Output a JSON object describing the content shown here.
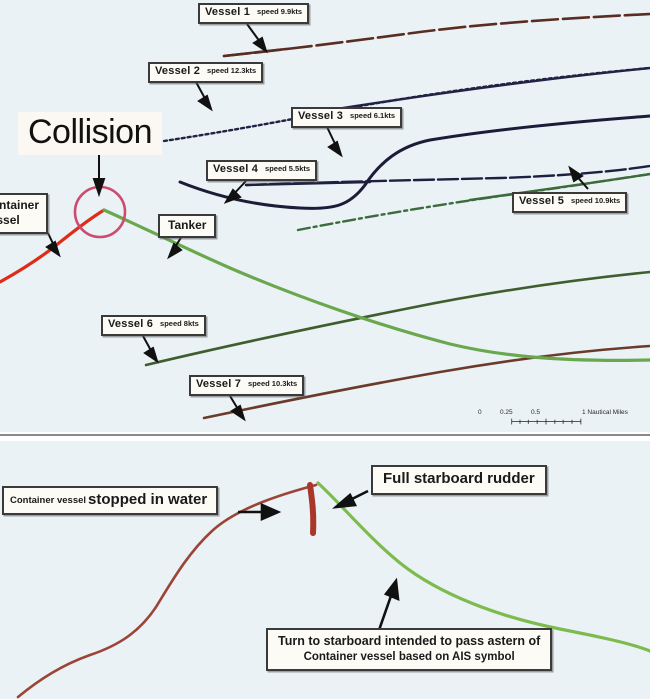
{
  "figure": {
    "top_panel": {
      "background_color": "#eaf2f6",
      "collision_marker": {
        "label": "Collision",
        "circle_color": "#cc4b6e"
      },
      "labels": {
        "container_vessel": "Container\nvessel",
        "tanker": "Tanker"
      },
      "vessels": [
        {
          "id": "vessel-1",
          "name": "Vessel 1",
          "speed": "speed 9.9kts",
          "track_color": "#5a2d22"
        },
        {
          "id": "vessel-2",
          "name": "Vessel 2",
          "speed": "speed 12.3kts",
          "track_color": "#222244"
        },
        {
          "id": "vessel-3",
          "name": "Vessel 3",
          "speed": "speed 6.1kts",
          "track_color": "#1e2040"
        },
        {
          "id": "vessel-4",
          "name": "Vessel 4",
          "speed": "speed 5.5kts",
          "track_color": "#1b1c38"
        },
        {
          "id": "vessel-5",
          "name": "Vessel 5",
          "speed": "speed 10.9kts",
          "track_color": "#3c6b3c"
        },
        {
          "id": "vessel-6",
          "name": "Vessel 6",
          "speed": "speed 8kts",
          "track_color": "#3f5e2e"
        },
        {
          "id": "vessel-7",
          "name": "Vessel 7",
          "speed": "speed 10.3kts",
          "track_color": "#6b3b2a"
        }
      ],
      "tracks": {
        "container_vessel_color": "#e02b18",
        "tanker_color": "#6aa84f"
      },
      "scale_bar": {
        "ticks": [
          "0",
          "0.25",
          "0.5"
        ],
        "end_label": "1 Nautical Miles"
      }
    },
    "bottom_panel": {
      "background_color": "#eaf2f6",
      "annotations": {
        "stopped_small": "Container vessel",
        "stopped_large": "stopped in water",
        "rudder": "Full starboard rudder",
        "astern_line1": "Turn to starboard intended to pass astern of",
        "astern_line2": "Container vessel based on AIS symbol"
      },
      "tracks": {
        "container_vessel_color": "#9c4436",
        "own_ship_color": "#7dbb4f",
        "rudder_mark_color": "#a8372a"
      }
    }
  }
}
